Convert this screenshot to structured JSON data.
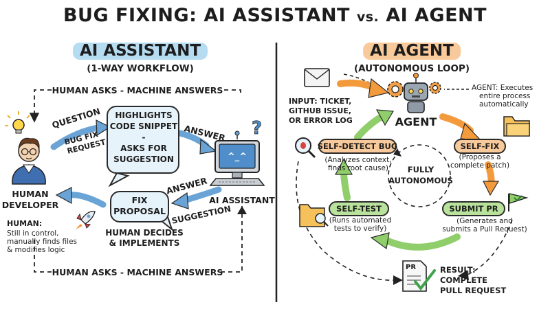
{
  "title": {
    "main": "BUG FIXING: AI ASSISTANT",
    "vs": "vs.",
    "right": "AI AGENT"
  },
  "left": {
    "header": "AI ASSISTANT",
    "subheader": "(1-WAY WORKFLOW)",
    "loop_top": "HUMAN ASKS - MACHINE ANSWERS",
    "loop_bottom": "HUMAN ASKS - MACHINE ANSWERS",
    "question_label": "QUESTION",
    "bug_fix_request": [
      "BUG FIX",
      "REQUEST"
    ],
    "answer_label_top": "ANSWER",
    "bubble_top": [
      "HIGHLIGHTS",
      "CODE SNIPPET",
      "-",
      "ASKS FOR",
      "SUGGESTION"
    ],
    "answer_label_bottom": "ANSWER",
    "suggestion_label": "SUGGESTION",
    "bubble_bottom": [
      "FIX",
      "PROPOSAL"
    ],
    "human_decides": [
      "HUMAN DECIDES",
      "& IMPLEMENTS"
    ],
    "human_label": [
      "HUMAN",
      "DEVELOPER"
    ],
    "ai_label": "AI ASSISTANT",
    "screen_face": "^_^",
    "human_note": {
      "head": "HUMAN:",
      "lines": [
        "Still in control,",
        "manually finds files",
        "& modifies logic"
      ]
    }
  },
  "right": {
    "header": "AI AGENT",
    "subheader": "(AUTONOMOUS LOOP)",
    "input_note": [
      "INPUT: TICKET,",
      "GITHUB ISSUE,",
      "OR ERROR LOG"
    ],
    "agent_label": "AGENT",
    "agent_note": [
      "AGENT: Executes",
      "entire process",
      "automatically"
    ],
    "self_detect": {
      "title": "SELF-DETECT BUG",
      "desc": [
        "(Analyzes context,",
        "finds root cause)"
      ]
    },
    "self_fix": {
      "title": "SELF-FIX",
      "desc": [
        "(Proposes a",
        "complete patch)"
      ]
    },
    "submit_pr": {
      "title": "SUBMIT PR",
      "desc": [
        "(Generates and",
        "submits a Pull Request)"
      ]
    },
    "self_test": {
      "title": "SELF-TEST",
      "desc": [
        "(Runs automated",
        "tests to verify)"
      ]
    },
    "center": [
      "FULLY",
      "AUTONOMOUS"
    ],
    "doc_icon_text": "PR",
    "result": [
      "RESULT:",
      "COMPLETE",
      "PULL REQUEST"
    ]
  },
  "colors": {
    "blue_header": "#b6dcf2",
    "orange_header": "#f8c99a",
    "bubble_blue": "#e6f3fb",
    "orange": "#f39a3c",
    "green": "#8fce6a",
    "blue_arrow": "#6aa4d6",
    "gear": "#f3a046"
  }
}
